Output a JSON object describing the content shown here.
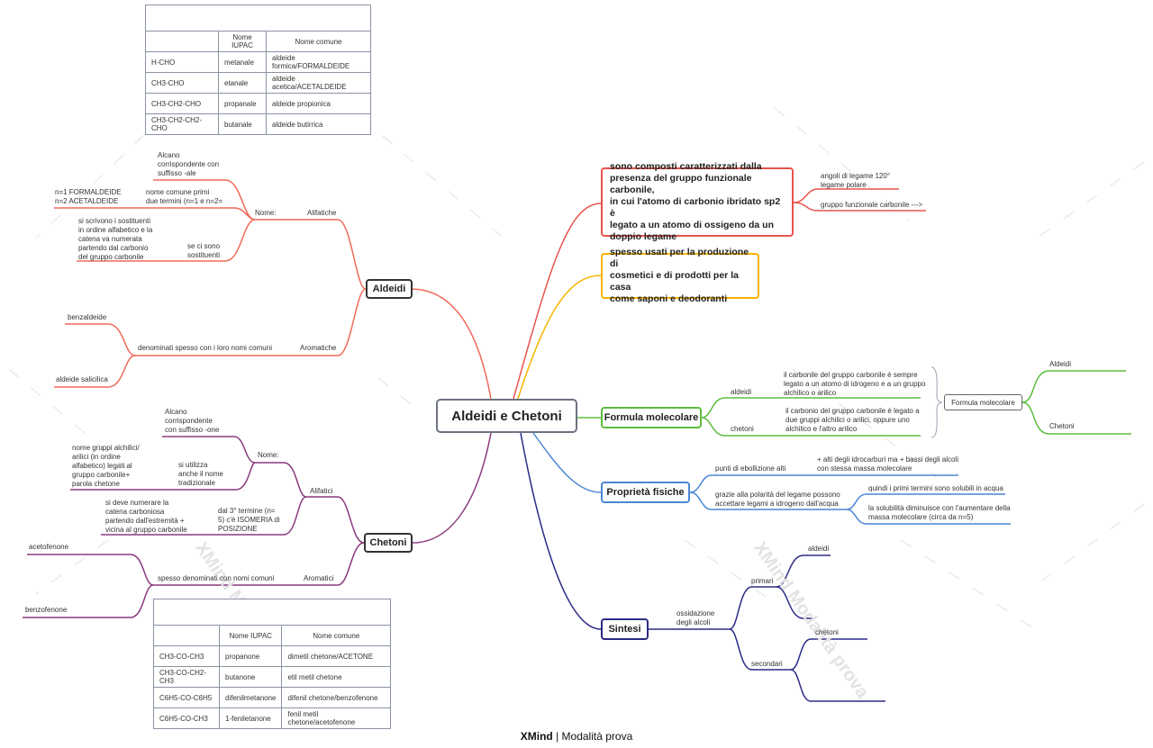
{
  "central": "Aldeidi e Chetoni",
  "colors": {
    "aldeidi": "#f06a5a",
    "chetoni": "#8b3a7e",
    "definizione": "#e8534b",
    "usi": "#f5b400",
    "formula": "#5cbd3f",
    "proprieta": "#4a86d4",
    "sintesi": "#2b2b86"
  },
  "aldeidi": {
    "title": "Aldeidi",
    "alifatiche": "Alifatiche",
    "nome": "Nome:",
    "alcano": "Alcano\ncorrispondente con\nsuffisso -ale",
    "nome_comune": "nome comune primi\ndue termini (n=1 e n=2=",
    "formaldeide": "n=1 FORMALDEIDE\nn=2 ACETALDEIDE",
    "sostituenti": "se ci sono\nsostituenti",
    "scrivono": "si scrivono i sostituenti\nin ordine alfabetico e la\ncatena va numerata\npartendo dal carbonio\ndel gruppo carbonile",
    "aromatiche": "Aromatiche",
    "denominati": "denominati spesso con i loro nomi comuni",
    "benzaldeide": "benzaldeide",
    "salicilica": "aldeide salicilica"
  },
  "chetoni": {
    "title": "Chetoni",
    "alifatici": "Alifatici",
    "nome": "Nome:",
    "alcano": "Alcano\ncorrispondente\ncon suffisso -one",
    "tradizionale": "si utilizza\nanche il nome\ntradizionale",
    "gruppi": "nome gruppi alchilici/\narilici (in ordine\nalfabetico) legati al\ngruppo carbonile+\nparola chetone",
    "terzo": "dal 3° termine (n=\n5) c'è ISOMERIA di\nPOSIZIONE",
    "numerare": "si deve numerare la\ncatena carboniosa\npartendo dall'estremità +\nvicina al gruppo carbonile",
    "aromatici": "Aromatici",
    "denominati": "spesso denominati con nomi comuni",
    "acetofenone": "acetofenone",
    "benzofenone": "benzofenone"
  },
  "table_aldeidi": {
    "headers": [
      "",
      "Nome IUPAC",
      "Nome comune"
    ],
    "rows": [
      [
        "H-CHO",
        "metanale",
        "aldeide formica/FORMALDEIDE"
      ],
      [
        "CH3-CHO",
        "etanale",
        "aldeide acetica/ACETALDEIDE"
      ],
      [
        "CH3-CH2-CHO",
        "propanale",
        "aldeide propionica"
      ],
      [
        "CH3-CH2-CH2-CHO",
        "butanale",
        "aldeide butirrica"
      ]
    ]
  },
  "table_chetoni": {
    "headers": [
      "",
      "Nome IUPAC",
      "Nome comune"
    ],
    "rows": [
      [
        "CH3-CO-CH3",
        "propanone",
        "dimetil chetone/ACETONE"
      ],
      [
        "CH3-CO-CH2-CH3",
        "butanone",
        "etil metil chetone"
      ],
      [
        "C6H5-CO-C6H5",
        "difenilmetanone",
        "difenil chetone/benzofenone"
      ],
      [
        "C6H5-CO-CH3",
        "1-feniletanone",
        "fenil metil chetone/acetofenone"
      ]
    ]
  },
  "definizione": {
    "text": "sono composti caratterizzati dalla\npresenza del gruppo funzionale carbonile,\nin cui l'atomo di carbonio ibridato sp2 è\nlegato a un atomo di ossigeno da un\ndoppio legame",
    "angoli": "angoli di legame 120°\nlegame polare",
    "gruppo": "gruppo funzionale carbonile --->"
  },
  "usi": {
    "text": "spesso usati per la produzione di\ncosmetici e di prodotti per la casa\ncome saponi e deodoranti"
  },
  "formula": {
    "title": "Formula molecolare",
    "aldeidi": "aldeidi",
    "aldeidi_desc": "il carbonile del gruppo carbonile è sempre\nlegato a un atomo di idrogeno e a un gruppo\nalchilico o arilico",
    "chetoni": "chetoni",
    "chetoni_desc": "il carbonio del gruppo carbonile è legato a\ndue gruppi alchilici o arilici, oppure uno\nalchilico e l'altro arilico",
    "summary": "Formula molecolare",
    "summary_aldeidi": "Aldeidi",
    "summary_chetoni": "Chetoni"
  },
  "proprieta": {
    "title": "Proprietà fisiche",
    "ebollizione": "punti di ebollizione alti",
    "ebollizione_desc": "+ alti degli idrocarburi ma + bassi degli alcoli\ncon stessa massa molecolare",
    "polarita": "grazie alla polarità del legame possono\naccettare legami a idrogeno dall'acqua",
    "solubili": "quindi i primi termini sono solubili in acqua",
    "solubilita": "la solubilità diminuisce con l'aumentare della\nmassa molecolare (circa da n=5)"
  },
  "sintesi": {
    "title": "Sintesi",
    "ossidazione": "ossidazione\ndegli alcoli",
    "primari": "primari",
    "aldeidi": "aldeidi",
    "secondari": "secondari",
    "chetoni": "chetoni"
  },
  "watermark": "XMind\nModalità prova",
  "footer": {
    "brand": "XMind",
    "mode": "Modalità prova"
  }
}
